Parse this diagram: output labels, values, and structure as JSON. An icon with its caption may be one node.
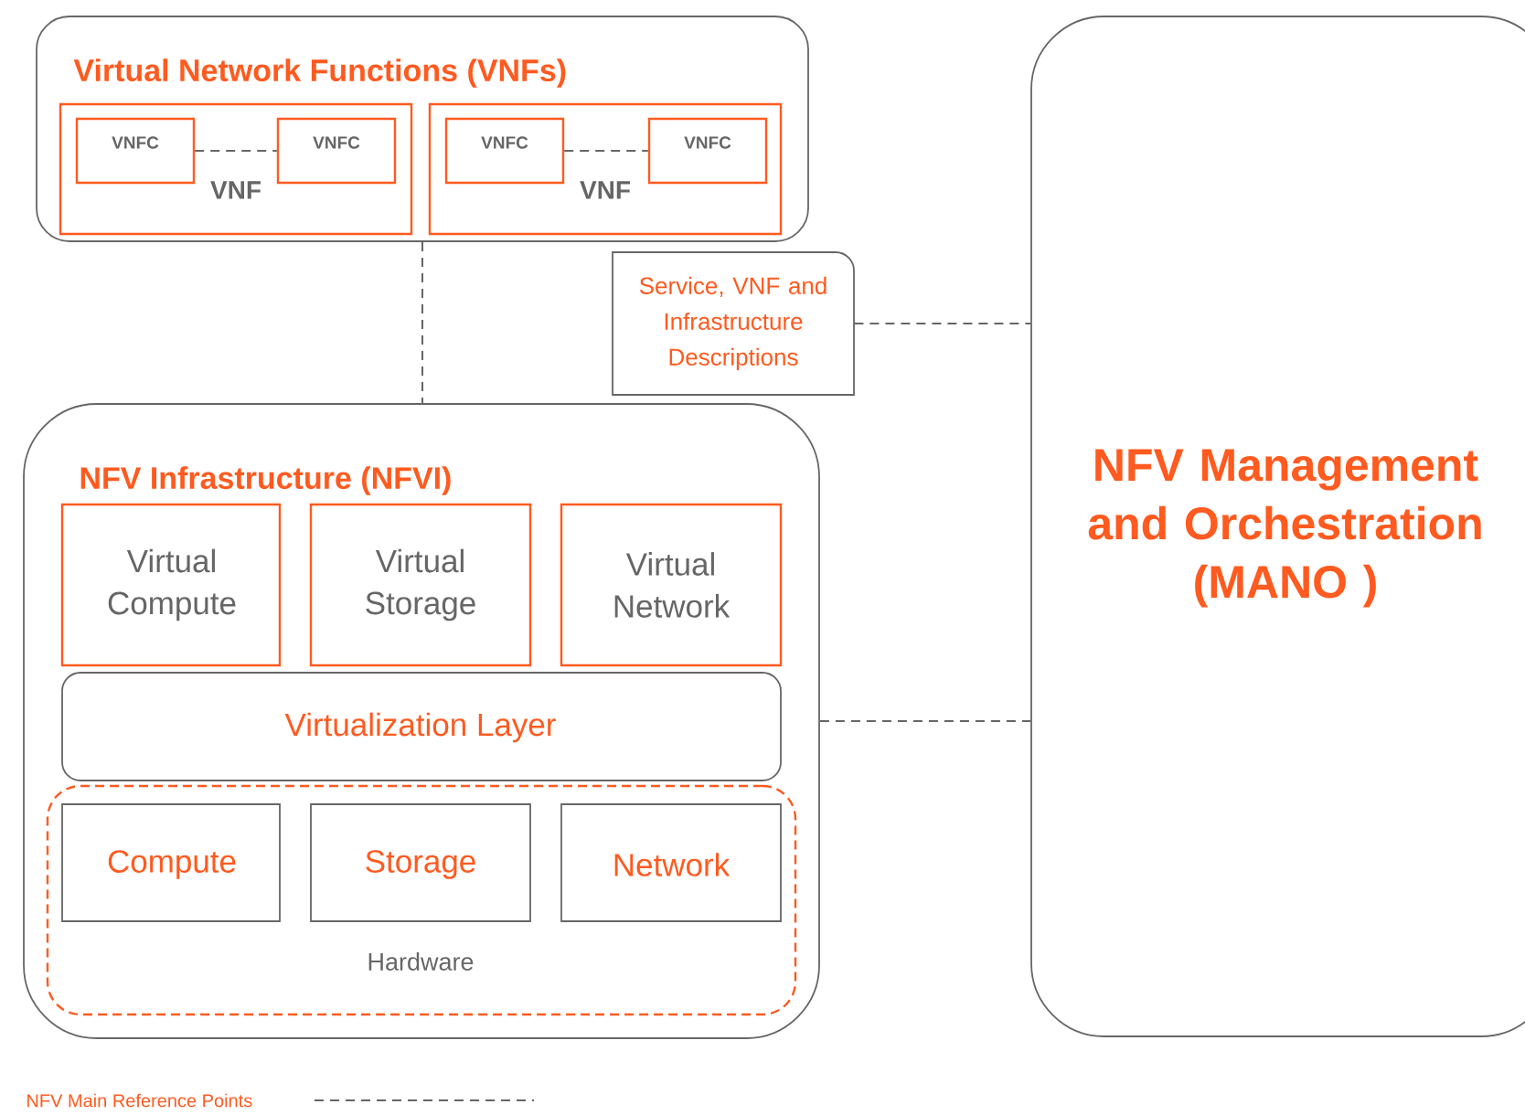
{
  "diagram": {
    "nodes": [
      {
        "text": [
          "Virtual Network Functions (VNFs)"
        ]
      },
      {
        "text": [
          "VNF"
        ],
        "in": 0
      },
      {
        "text": [
          "VNFC"
        ],
        "in": 1
      },
      {
        "text": [
          "VNFC"
        ],
        "in": 1
      },
      {
        "text": [
          "VNF"
        ],
        "in": 0
      },
      {
        "text": [
          "VNFC"
        ],
        "in": 4
      },
      {
        "text": [
          "VNFC"
        ],
        "in": 4
      },
      {
        "text": [
          "Service, VNF and Infrastructure Descriptions"
        ]
      },
      {
        "text": [
          "NFV Infrastructure (NFVI)"
        ]
      },
      {
        "text": [
          "Virtual Compute"
        ],
        "in": 8
      },
      {
        "text": [
          "Virtual Storage"
        ],
        "in": 8
      },
      {
        "text": [
          "Virtual Network"
        ],
        "in": 8
      },
      {
        "text": [
          "Virtualization Layer"
        ],
        "in": 8
      },
      {
        "text": [
          "Hardware"
        ],
        "in": 8
      },
      {
        "text": [
          "Compute"
        ],
        "in": 13
      },
      {
        "text": [
          "Storage"
        ],
        "in": 13
      },
      {
        "text": [
          "Network"
        ],
        "in": 13
      },
      {
        "text": [
          "NFV Management and Orchestration (MANO )"
        ]
      }
    ],
    "edges": [
      {
        "from": 2,
        "to": 3,
        "arrow": "none",
        "style": "dashed"
      },
      {
        "from": 5,
        "to": 6,
        "arrow": "none",
        "style": "dashed"
      },
      {
        "from": 0,
        "to": 8,
        "arrow": "none",
        "style": "dashed"
      },
      {
        "from": 7,
        "to": 17,
        "arrow": "none",
        "style": "dashed"
      },
      {
        "from": 8,
        "to": 17,
        "arrow": "none",
        "style": "dashed"
      }
    ],
    "legend": [
      {
        "text": "NFV Main Reference Points"
      }
    ]
  }
}
